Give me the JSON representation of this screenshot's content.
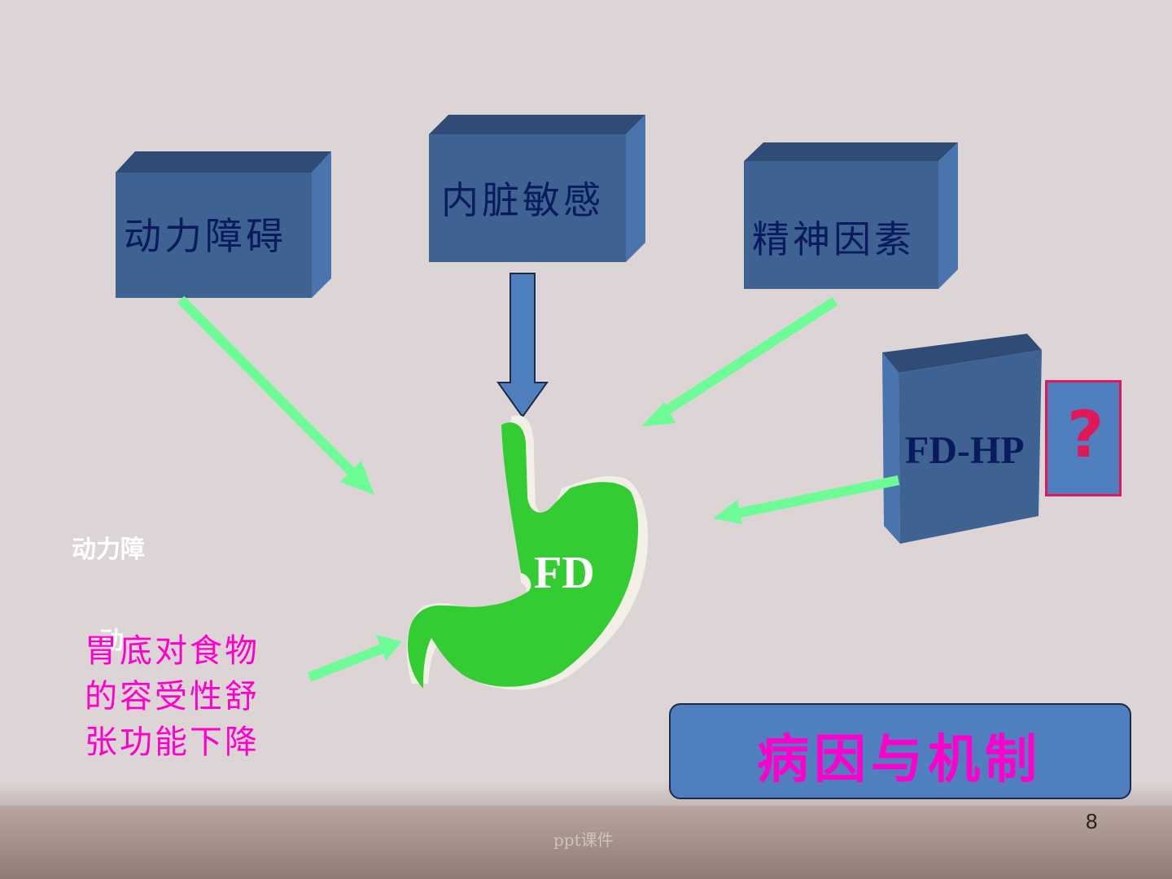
{
  "boxes": {
    "motility": "动力障碍",
    "visceral": "内脏敏感",
    "mental": "精神因素",
    "fdhp": "FD-HP"
  },
  "question_mark": "?",
  "stomach_label": "FD",
  "side_note": {
    "line1": "动力障",
    "line2": "动"
  },
  "fundus_text": [
    "胃底对食物",
    "的容受性舒",
    "张功能下降"
  ],
  "title": "病因与机制",
  "page_number": "8",
  "footer": "ppt课件",
  "colors": {
    "box_front": "#3e6292",
    "box_side": "#4a74ad",
    "box_top": "#2e4c76",
    "arrow_green": "#6dfc96",
    "stomach_green": "#33cc33",
    "accent_pink": "#ff00cc"
  }
}
